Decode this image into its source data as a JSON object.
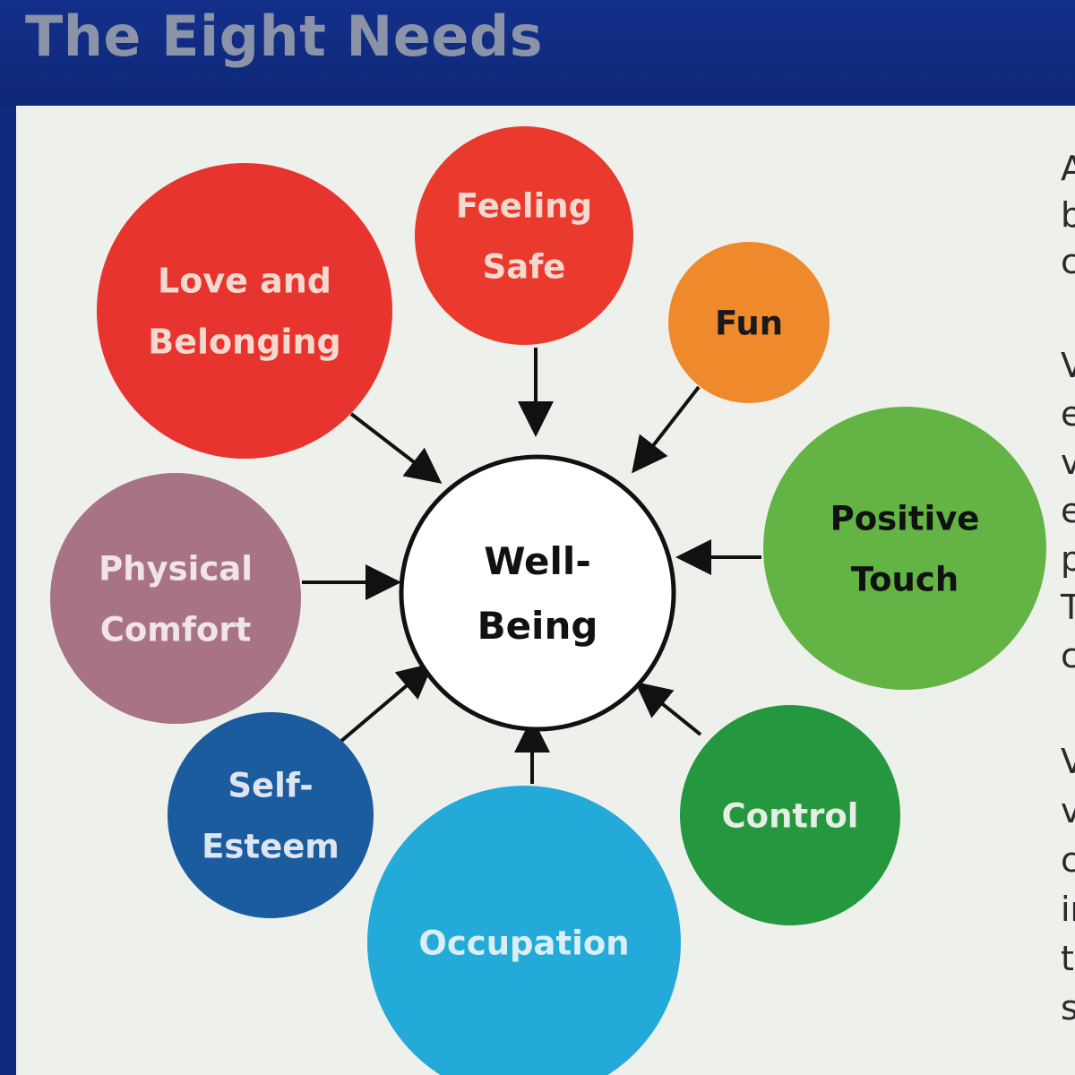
{
  "header": {
    "title": "The Eight Needs"
  },
  "diagram": {
    "center": {
      "lines": [
        "Well-",
        "Being"
      ],
      "fill": "#ffffff",
      "text_color": "#111111"
    },
    "nodes": [
      {
        "id": "love-and-belonging",
        "lines": [
          "Love and",
          "Belonging"
        ],
        "fill": "#e8342e",
        "text_color": "#f3d9cf"
      },
      {
        "id": "feeling-safe",
        "lines": [
          "Feeling",
          "Safe"
        ],
        "fill": "#ea3a2e",
        "text_color": "#f3d9cf"
      },
      {
        "id": "fun",
        "lines": [
          "Fun"
        ],
        "fill": "#ee8a2c",
        "text_color": "#1a1a1a"
      },
      {
        "id": "positive-touch",
        "lines": [
          "Positive",
          "Touch"
        ],
        "fill": "#63b444",
        "text_color": "#111111"
      },
      {
        "id": "control",
        "lines": [
          "Control"
        ],
        "fill": "#25983f",
        "text_color": "#e6eee4"
      },
      {
        "id": "occupation",
        "lines": [
          "Occupation"
        ],
        "fill": "#24aad8",
        "text_color": "#d9eef5"
      },
      {
        "id": "self-esteem",
        "lines": [
          "Self-",
          "Esteem"
        ],
        "fill": "#1b5c9e",
        "text_color": "#dde6f0"
      },
      {
        "id": "physical-comfort",
        "lines": [
          "Physical",
          "Comfort"
        ],
        "fill": "#a87384",
        "text_color": "#f0e4e8"
      }
    ]
  },
  "side_text_fragments": [
    "A",
    "b",
    "c",
    "V",
    "e",
    "v",
    "e",
    "p",
    "T",
    "c",
    "V",
    "v",
    "c",
    "ir",
    "t",
    "s"
  ]
}
